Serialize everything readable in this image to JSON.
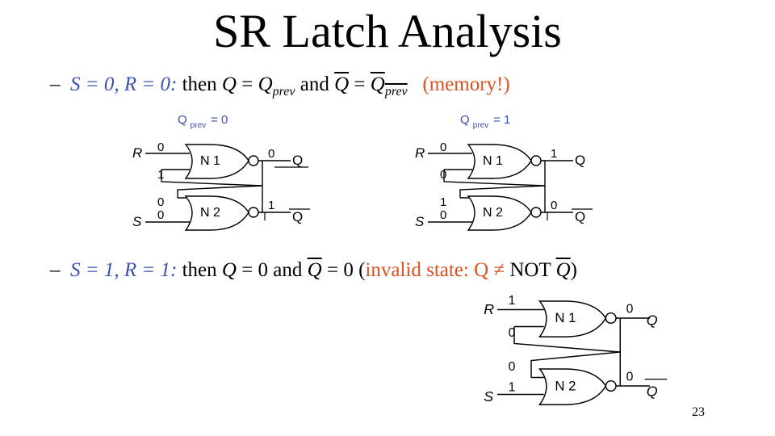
{
  "slide": {
    "title": "SR Latch Analysis",
    "page_number": "23"
  },
  "bullet1": {
    "dash": "–",
    "cond": "S = 0, R = 0:",
    "then": "then",
    "q": "Q",
    "eq": "=",
    "qprev": "Q",
    "prev_sub": "prev",
    "and": "and",
    "qbar": "Q",
    "qbar_prev": "Q",
    "note": "(memory!)"
  },
  "bullet2": {
    "dash": "–",
    "cond": "S = 1, R = 1:",
    "then": "then",
    "q": "Q",
    "eq_zero": "= 0 and",
    "qbar": "Q",
    "eq_zero2": "= 0 (",
    "note": "invalid state: Q ≠",
    "not": "NOT",
    "q2": "Q",
    "close": ")"
  },
  "diagrams": [
    {
      "prev_label": "Q",
      "prev_sub": "prev",
      "prev_value": "= 0",
      "r": "R",
      "s": "S",
      "n1": "N 1",
      "n2": "N 2",
      "r_in": "0",
      "n1_fb": "1",
      "n2_fb": "0",
      "s_in": "0",
      "q_val": "0",
      "qbar_val": "1",
      "q": "Q",
      "qbar": "Q"
    },
    {
      "prev_label": "Q",
      "prev_sub": "prev",
      "prev_value": "= 1",
      "r": "R",
      "s": "S",
      "n1": "N 1",
      "n2": "N 2",
      "r_in": "0",
      "n1_fb": "0",
      "n2_fb": "1",
      "s_in": "0",
      "q_val": "1",
      "qbar_val": "0",
      "q": "Q",
      "qbar": "Q"
    },
    {
      "r": "R",
      "s": "S",
      "n1": "N 1",
      "n2": "N 2",
      "r_in": "1",
      "n1_fb": "0",
      "n2_fb": "0",
      "s_in": "1",
      "q_val": "0",
      "qbar_val": "0",
      "q": "Q",
      "qbar": "Q"
    }
  ]
}
